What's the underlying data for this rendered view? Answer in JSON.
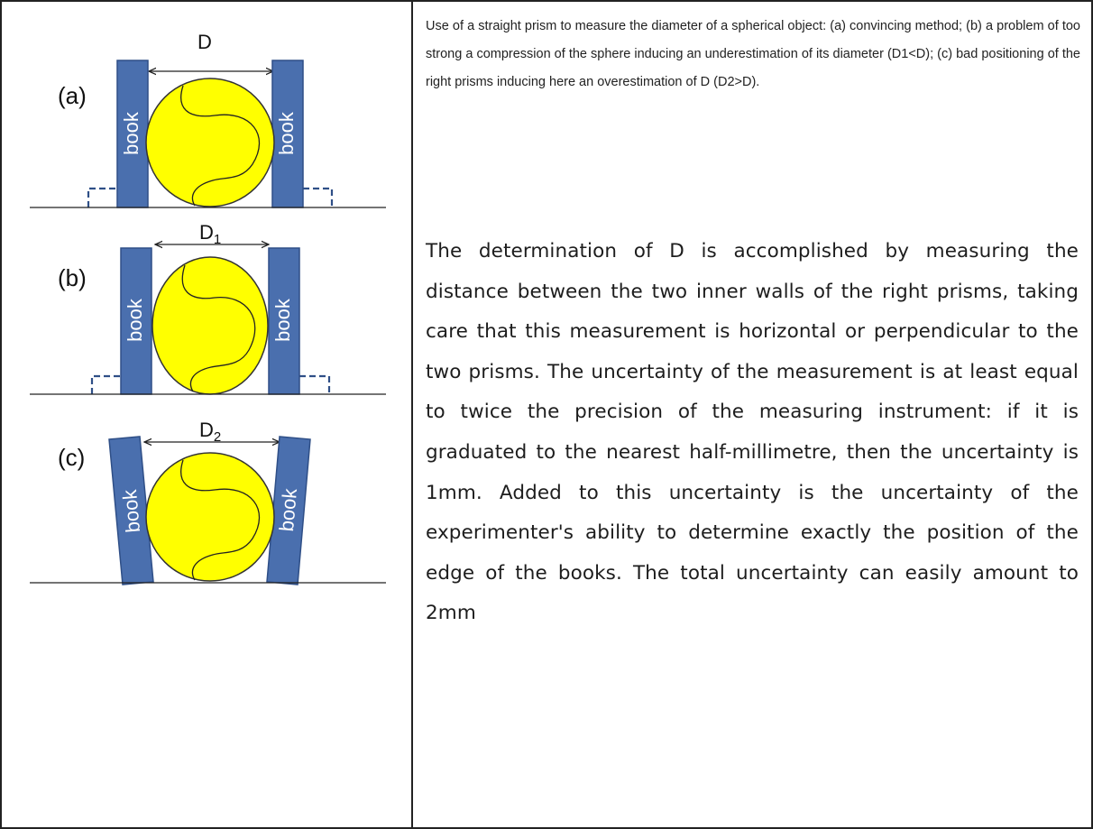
{
  "figure": {
    "panels": [
      {
        "letter": "(a)",
        "dimension": "D",
        "sub": ""
      },
      {
        "letter": "(b)",
        "dimension": "D",
        "sub": "1"
      },
      {
        "letter": "(c)",
        "dimension": "D",
        "sub": "2"
      }
    ],
    "book_label": "book",
    "colors": {
      "book": "#4a6fae",
      "book_edge": "#2f4f87",
      "sphere": "#ffff00",
      "sphere_edge": "#333333",
      "dashed": "#2f4f87"
    }
  },
  "caption": "Use of a straight prism to measure the diameter of a spherical object: (a) convincing method; (b) a problem of too strong a compression of the sphere inducing an underestimation of its diameter (D1<D); (c) bad positioning of the right prisms inducing here an overestimation of D (D2>D).",
  "body": "The determination of D is accomplished by measuring the distance between the two inner walls of the right prisms, taking care that this measurement is horizontal or perpendicular to the two prisms. The uncertainty of the measurement is at least equal to twice the precision of the measuring instrument: if it is graduated to the nearest half-millimetre, then the uncertainty is 1mm. Added to this uncertainty is the uncertainty of the experimenter's ability to determine exactly the position of the edge of the books. The total uncertainty can easily amount to 2mm"
}
